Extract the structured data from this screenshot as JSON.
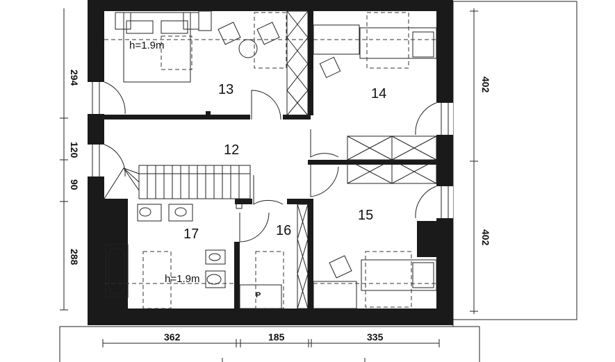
{
  "rooms": {
    "r13": "13",
    "r14": "14",
    "r12": "12",
    "r15": "15",
    "r17": "17",
    "r16": "16"
  },
  "ceiling_heights": {
    "top_left": "h=1.9m",
    "bottom_left": "h=1.9m"
  },
  "markers": {
    "p": "P"
  },
  "dimensions": {
    "left": [
      "294",
      "120",
      "90",
      "288"
    ],
    "right": [
      "402",
      "402"
    ],
    "bottom": [
      "362",
      "185",
      "335"
    ]
  }
}
